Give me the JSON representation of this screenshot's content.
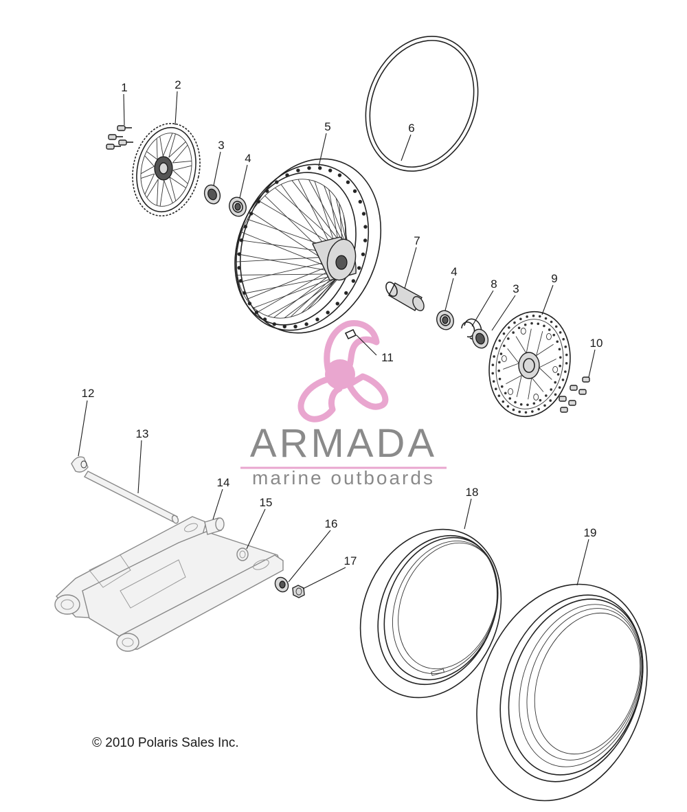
{
  "callouts": [
    "1",
    "2",
    "3",
    "4",
    "5",
    "6",
    "7",
    "4",
    "8",
    "3",
    "9",
    "10",
    "11",
    "12",
    "13",
    "14",
    "15",
    "16",
    "17",
    "18",
    "19"
  ],
  "logo": {
    "title": "ARMADA",
    "subtitle": "marine outboards",
    "color_pink": "#e9a6cf",
    "color_pink_light": "#f3c6e1",
    "color_gray": "#8a8a8a"
  },
  "copyright": "© 2010 Polaris Sales Inc."
}
